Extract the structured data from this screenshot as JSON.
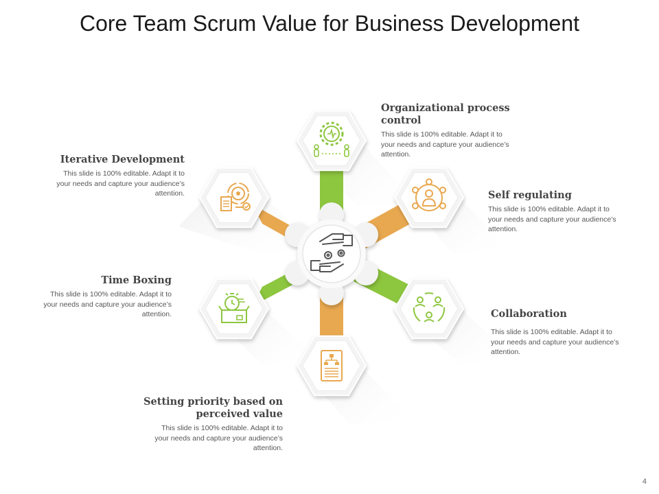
{
  "title": "Core Team Scrum Value for Business Development",
  "page_number": "4",
  "colors": {
    "green": "#8dc63f",
    "orange": "#e8a850",
    "hex_fill": "#f4f4f4"
  },
  "center": {
    "icon": "hands-gears-icon"
  },
  "items": [
    {
      "title": "Organizational  process control",
      "body": "This slide is 100% editable. Adapt it to your needs and capture your audience’s attention.",
      "icon": "gear-people-icon",
      "color": "green"
    },
    {
      "title": "Self regulating",
      "body": "This slide is 100% editable. Adapt it to your needs and capture your audience’s attention.",
      "icon": "person-network-icon",
      "color": "orange"
    },
    {
      "title": "Collaboration",
      "body": "This slide is 100% editable. Adapt it to your needs and capture your audience’s attention.",
      "icon": "team-cycle-icon",
      "color": "green"
    },
    {
      "title": "Setting priority based on perceived value",
      "body": "This slide is 100% editable. Adapt it to your needs and capture your audience’s attention.",
      "icon": "document-hierarchy-icon",
      "color": "orange"
    },
    {
      "title": "Time Boxing",
      "body": "This slide is 100% editable. Adapt it to your needs and capture your audience’s attention.",
      "icon": "clock-box-icon",
      "color": "green"
    },
    {
      "title": "Iterative Development",
      "body": "This slide is 100% editable. Adapt it to your needs and capture your audience’s attention.",
      "icon": "target-document-icon",
      "color": "orange"
    }
  ]
}
